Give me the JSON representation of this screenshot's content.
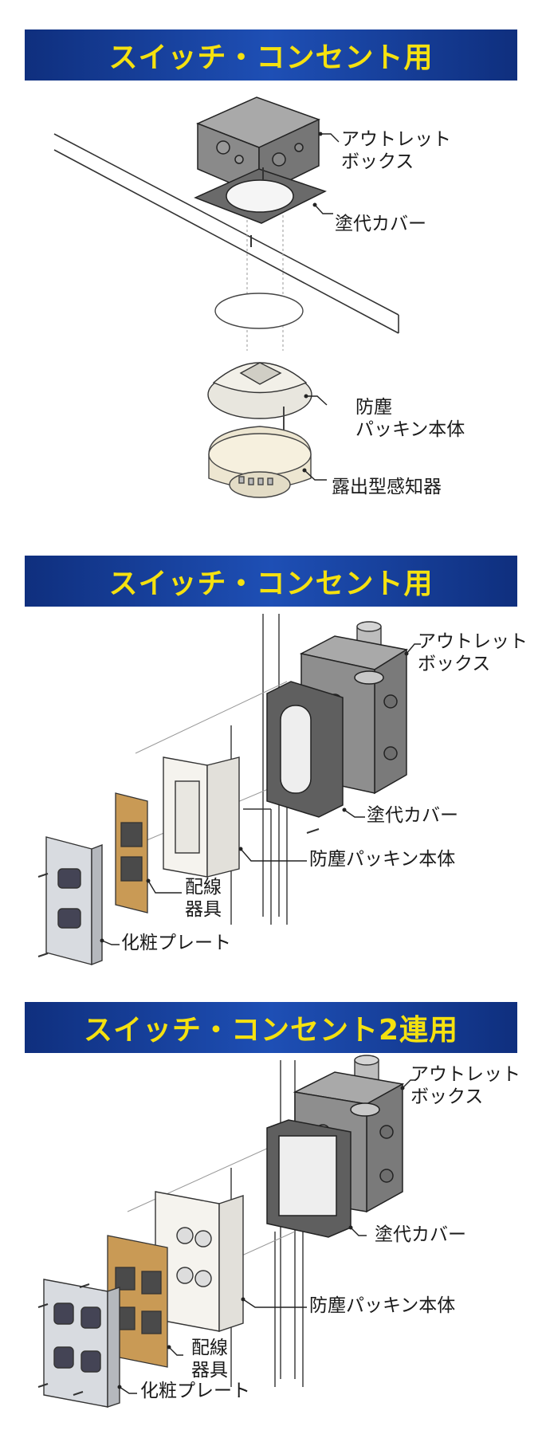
{
  "sections": [
    {
      "title": "スイッチ・コンセント用",
      "labels": {
        "outlet_box": "アウトレット\nボックス",
        "cover": "塗代カバー",
        "packing": "防塵\nパッキン本体",
        "detector": "露出型感知器"
      }
    },
    {
      "title": "スイッチ・コンセント用",
      "labels": {
        "outlet_box": "アウトレット\nボックス",
        "cover": "塗代カバー",
        "packing": "防塵パッキン本体",
        "wiring": "配線\n器具",
        "plate": "化粧プレート"
      }
    },
    {
      "title": "スイッチ・コンセント2連用",
      "labels": {
        "outlet_box": "アウトレット\nボックス",
        "cover": "塗代カバー",
        "packing": "防塵パッキン本体",
        "wiring": "配線\n器具",
        "plate": "化粧プレート"
      }
    }
  ],
  "colors": {
    "banner": "#1a3f9a",
    "title_text": "#f5e10f",
    "metal": "#8a8a8a",
    "frame": "#c99a55",
    "plate": "#d8dbe0"
  }
}
